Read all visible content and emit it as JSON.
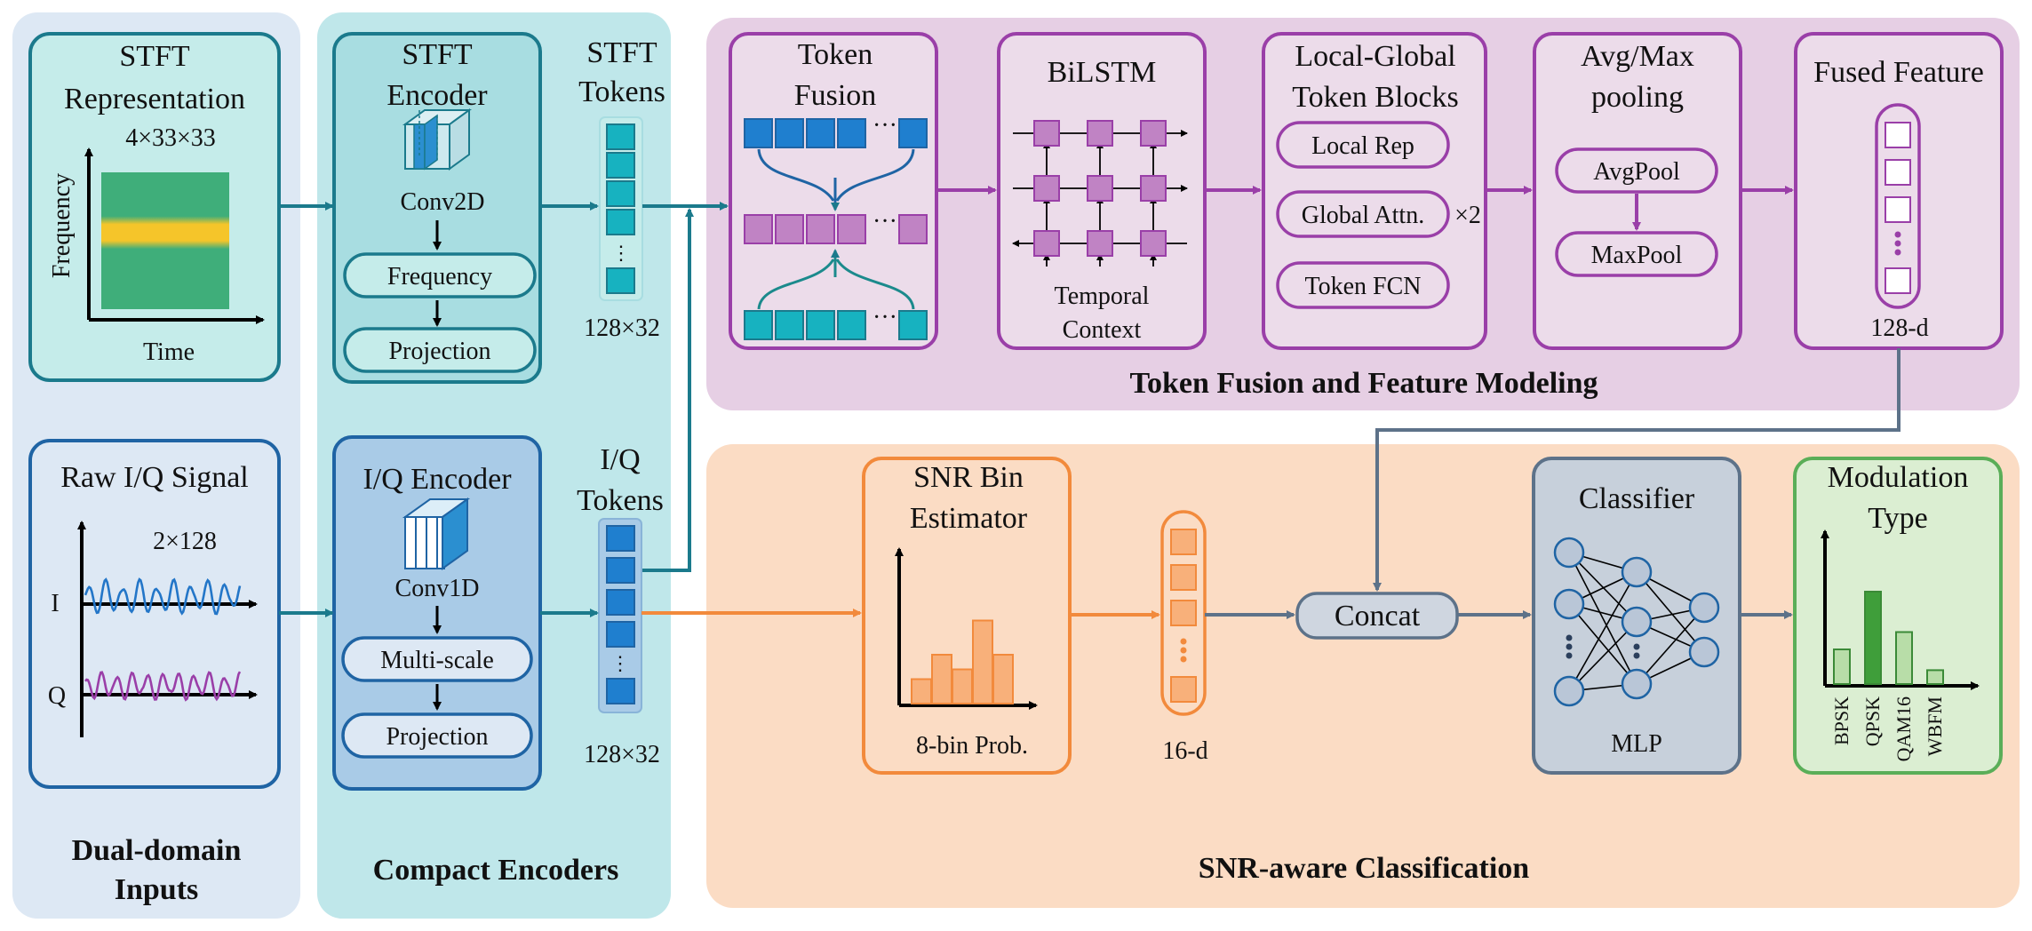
{
  "panels": {
    "inputs": {
      "title_line1": "Dual-domain",
      "title_line2": "Inputs"
    },
    "encoders": {
      "title": "Compact Encoders"
    },
    "fusion": {
      "title": "Token Fusion and Feature Modeling"
    },
    "snr": {
      "title": "SNR-aware Classification"
    }
  },
  "stft_rep": {
    "title_line1": "STFT",
    "title_line2": "Representation",
    "shape": "4×33×33",
    "y_axis": "Frequency",
    "x_axis": "Time"
  },
  "raw_iq": {
    "title": "Raw I/Q Signal",
    "shape": "2×128",
    "i_label": "I",
    "q_label": "Q"
  },
  "stft_encoder": {
    "title_line1": "STFT",
    "title_line2": "Encoder",
    "conv": "Conv2D",
    "step1": "Frequency",
    "step2": "Projection"
  },
  "iq_encoder": {
    "title": "I/Q Encoder",
    "conv": "Conv1D",
    "step1": "Multi-scale",
    "step2": "Projection"
  },
  "stft_tokens": {
    "title_line1": "STFT",
    "title_line2": "Tokens",
    "shape": "128×32",
    "ellipsis": "⋮"
  },
  "iq_tokens": {
    "title_line1": "I/Q",
    "title_line2": "Tokens",
    "shape": "128×32",
    "ellipsis": "⋮"
  },
  "token_fusion": {
    "title_line1": "Token",
    "title_line2": "Fusion",
    "ellipsis": "···"
  },
  "bilstm": {
    "title": "BiLSTM",
    "caption_line1": "Temporal",
    "caption_line2": "Context"
  },
  "local_global": {
    "title_line1": "Local-Global",
    "title_line2": "Token Blocks",
    "item1": "Local Rep",
    "item2": "Global Attn.",
    "item3": "Token FCN",
    "repeat": "×2"
  },
  "pooling": {
    "title_line1": "Avg/Max",
    "title_line2": "pooling",
    "item1": "AvgPool",
    "item2": "MaxPool"
  },
  "fused_feature": {
    "title": "Fused Feature",
    "dim": "128-d"
  },
  "snr_estimator": {
    "title_line1": "SNR Bin",
    "title_line2": "Estimator",
    "caption": "8-bin Prob.",
    "bins": [
      0.25,
      0.5,
      0.35,
      0.85,
      0.5
    ]
  },
  "snr_vector": {
    "dim": "16-d"
  },
  "concat": {
    "label": "Concat"
  },
  "classifier": {
    "title": "Classifier",
    "caption": "MLP"
  },
  "modulation": {
    "title_line1": "Modulation",
    "title_line2": "Type",
    "classes": [
      "BPSK",
      "QPSK",
      "QAM16",
      "WBFM"
    ],
    "probs": [
      0.3,
      0.8,
      0.45,
      0.12
    ]
  },
  "colors": {
    "teal": "#1b7a8c",
    "blue": "#1f64a4",
    "purple": "#9a3fa8",
    "orange": "#f28a3c",
    "slate": "#5d7289",
    "green": "#5aae58"
  }
}
